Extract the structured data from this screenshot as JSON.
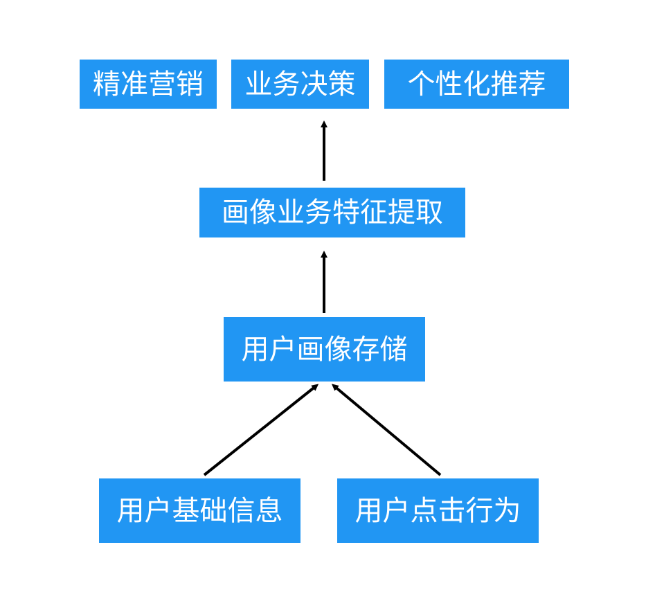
{
  "diagram": {
    "colors": {
      "node_fill": "#2196F3",
      "node_text": "#FFFFFF",
      "arrow": "#000000",
      "background": "#FFFFFF"
    },
    "nodes": {
      "precision_marketing": "精准营销",
      "business_decision": "业务决策",
      "personalized_recommendation": "个性化推荐",
      "feature_extraction": "画像业务特征提取",
      "profile_storage": "用户画像存储",
      "basic_info": "用户基础信息",
      "click_behavior": "用户点击行为"
    },
    "edges": [
      {
        "from": "basic_info",
        "to": "profile_storage"
      },
      {
        "from": "click_behavior",
        "to": "profile_storage"
      },
      {
        "from": "profile_storage",
        "to": "feature_extraction"
      },
      {
        "from": "feature_extraction",
        "to": "business_decision"
      }
    ]
  }
}
